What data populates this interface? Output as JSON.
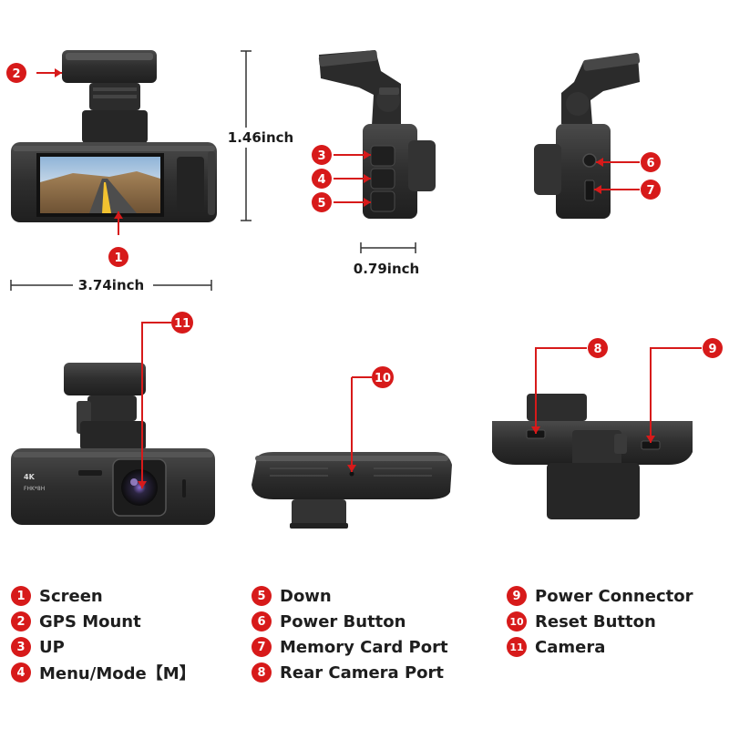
{
  "dimensions": {
    "height": "1.46inch",
    "width": "3.74inch",
    "depth": "0.79inch"
  },
  "device_marking": {
    "resolution_mark": "4K",
    "model_mark": "FHK*8H"
  },
  "badges": {
    "b1": "1",
    "b2": "2",
    "b3": "3",
    "b4": "4",
    "b5": "5",
    "b6": "6",
    "b7": "7",
    "b8": "8",
    "b9": "9",
    "b10": "10",
    "b11": "11"
  },
  "legend": {
    "col1": [
      {
        "num": "1",
        "label": "Screen"
      },
      {
        "num": "2",
        "label": "GPS Mount"
      },
      {
        "num": "3",
        "label": "UP"
      },
      {
        "num": "4",
        "label": "Menu/Mode【M】"
      }
    ],
    "col2": [
      {
        "num": "5",
        "label": "Down"
      },
      {
        "num": "6",
        "label": "Power Button"
      },
      {
        "num": "7",
        "label": "Memory Card Port"
      },
      {
        "num": "8",
        "label": "Rear Camera Port"
      }
    ],
    "col3": [
      {
        "num": "9",
        "label": "Power Connector"
      },
      {
        "num": "10",
        "label": "Reset Button"
      },
      {
        "num": "11",
        "label": "Camera"
      }
    ]
  },
  "colors": {
    "callout_red": "#d71a1a",
    "device_dark": "#2b2b2b",
    "device_mid": "#3a3a3a",
    "device_light": "#4a4a4a"
  }
}
